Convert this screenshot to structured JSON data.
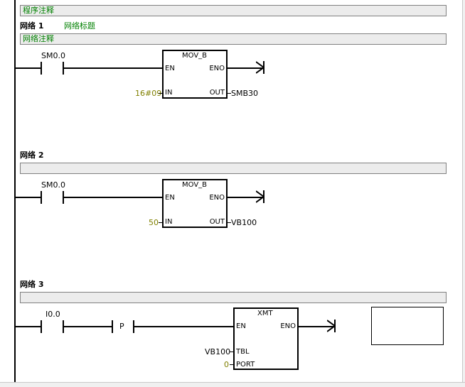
{
  "program_comment": "程序注释",
  "networks": [
    {
      "title": "网络 1",
      "subtitle": "网络标题",
      "comment": "网络注释",
      "contact": "SM0.0",
      "block": {
        "name": "MOV_B",
        "en": "EN",
        "eno": "ENO",
        "in_pin": "IN",
        "out_pin": "OUT",
        "in_value": "16#09",
        "out_value": "SMB30"
      }
    },
    {
      "title": "网络 2",
      "subtitle": "",
      "comment": "",
      "contact": "SM0.0",
      "block": {
        "name": "MOV_B",
        "en": "EN",
        "eno": "ENO",
        "in_pin": "IN",
        "out_pin": "OUT",
        "in_value": "50",
        "out_value": "VB100"
      }
    },
    {
      "title": "网络 3",
      "subtitle": "",
      "comment": "",
      "contact": "I0.0",
      "p_contact": "P",
      "block": {
        "name": "XMT",
        "en": "EN",
        "eno": "ENO",
        "tbl_pin": "TBL",
        "port_pin": "PORT",
        "tbl_value": "VB100",
        "port_value": "0"
      }
    }
  ]
}
